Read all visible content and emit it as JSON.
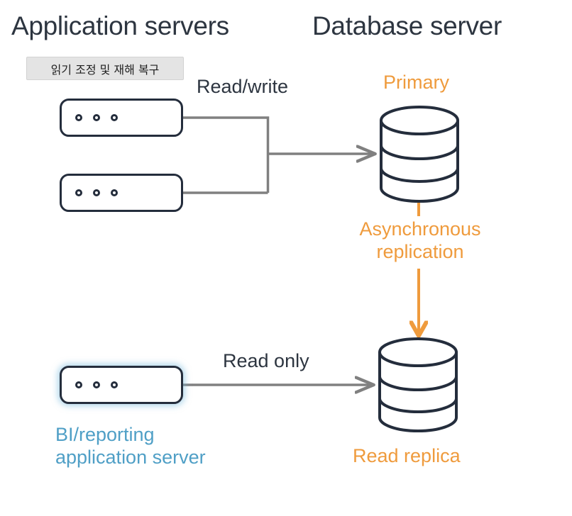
{
  "diagram": {
    "title_left": "Application servers",
    "title_right": "Database server",
    "tooltip": "읽기 조정 및 재해 복구",
    "labels": {
      "read_write": "Read/write",
      "read_only": "Read only",
      "primary": "Primary",
      "asynchronous_replication": "Asynchronous\nreplication",
      "asynchronous_line1": "Asynchronous",
      "asynchronous_line2": "replication",
      "read_replica": "Read replica",
      "bi_line1": "BI/reporting",
      "bi_line2": "application server"
    },
    "nodes": [
      {
        "id": "app-server-1",
        "type": "server",
        "label": ""
      },
      {
        "id": "app-server-2",
        "type": "server",
        "label": ""
      },
      {
        "id": "bi-server",
        "type": "server",
        "label": "BI/reporting application server"
      },
      {
        "id": "primary-db",
        "type": "database",
        "label": "Primary"
      },
      {
        "id": "replica-db",
        "type": "database",
        "label": "Read replica"
      }
    ],
    "edges": [
      {
        "from": "app-server-1",
        "to": "primary-db",
        "label": "Read/write",
        "style": "solid-gray-arrow"
      },
      {
        "from": "app-server-2",
        "to": "primary-db",
        "label": "Read/write",
        "style": "solid-gray-arrow"
      },
      {
        "from": "bi-server",
        "to": "replica-db",
        "label": "Read only",
        "style": "solid-gray-arrow"
      },
      {
        "from": "primary-db",
        "to": "replica-db",
        "label": "Asynchronous replication",
        "style": "solid-orange-arrow"
      }
    ],
    "colors": {
      "ink": "#2d3540",
      "outline": "#242d3c",
      "orange": "#ef9b3d",
      "blue": "#4f9fc6",
      "connector_gray": "#808080",
      "tooltip_bg": "#e4e4e4",
      "background": "#ffffff"
    }
  }
}
